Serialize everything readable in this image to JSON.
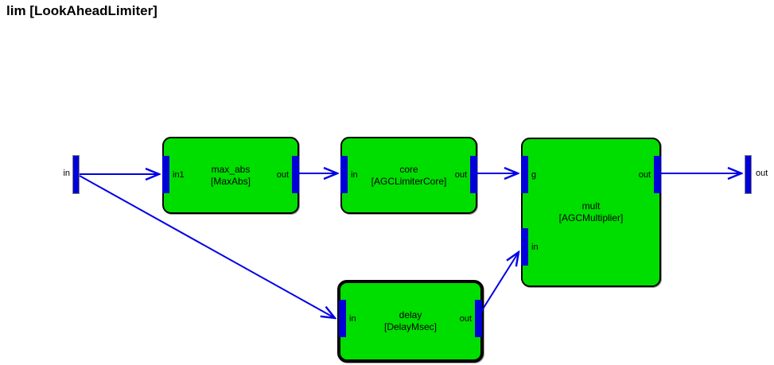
{
  "title": "lim [LookAheadLimiter]",
  "terminals": {
    "input": {
      "label": "in"
    },
    "output": {
      "label": "out"
    }
  },
  "blocks": {
    "max_abs": {
      "title": "max_abs",
      "type": "[MaxAbs]",
      "selected": false,
      "ports": {
        "in1": "in1",
        "out": "out"
      }
    },
    "core": {
      "title": "core",
      "type": "[AGCLimiterCore]",
      "selected": false,
      "ports": {
        "in": "in",
        "out": "out"
      }
    },
    "mult": {
      "title": "mult",
      "type": "[AGCMultiplier]",
      "selected": false,
      "ports": {
        "g": "g",
        "in": "in",
        "out": "out"
      }
    },
    "delay": {
      "title": "delay",
      "type": "[DelayMsec]",
      "selected": true,
      "ports": {
        "in": "in",
        "out": "out"
      }
    }
  },
  "connections": [
    {
      "from": "in",
      "to": "max_abs.in1"
    },
    {
      "from": "in",
      "to": "delay.in"
    },
    {
      "from": "max_abs.out",
      "to": "core.in"
    },
    {
      "from": "core.out",
      "to": "mult.g"
    },
    {
      "from": "delay.out",
      "to": "mult.in"
    },
    {
      "from": "mult.out",
      "to": "out"
    }
  ],
  "colors": {
    "block_fill": "#00de00",
    "block_border": "#000000",
    "port_fill": "#0000d9",
    "wire": "#0000e6",
    "terminal_border": "#808080"
  }
}
